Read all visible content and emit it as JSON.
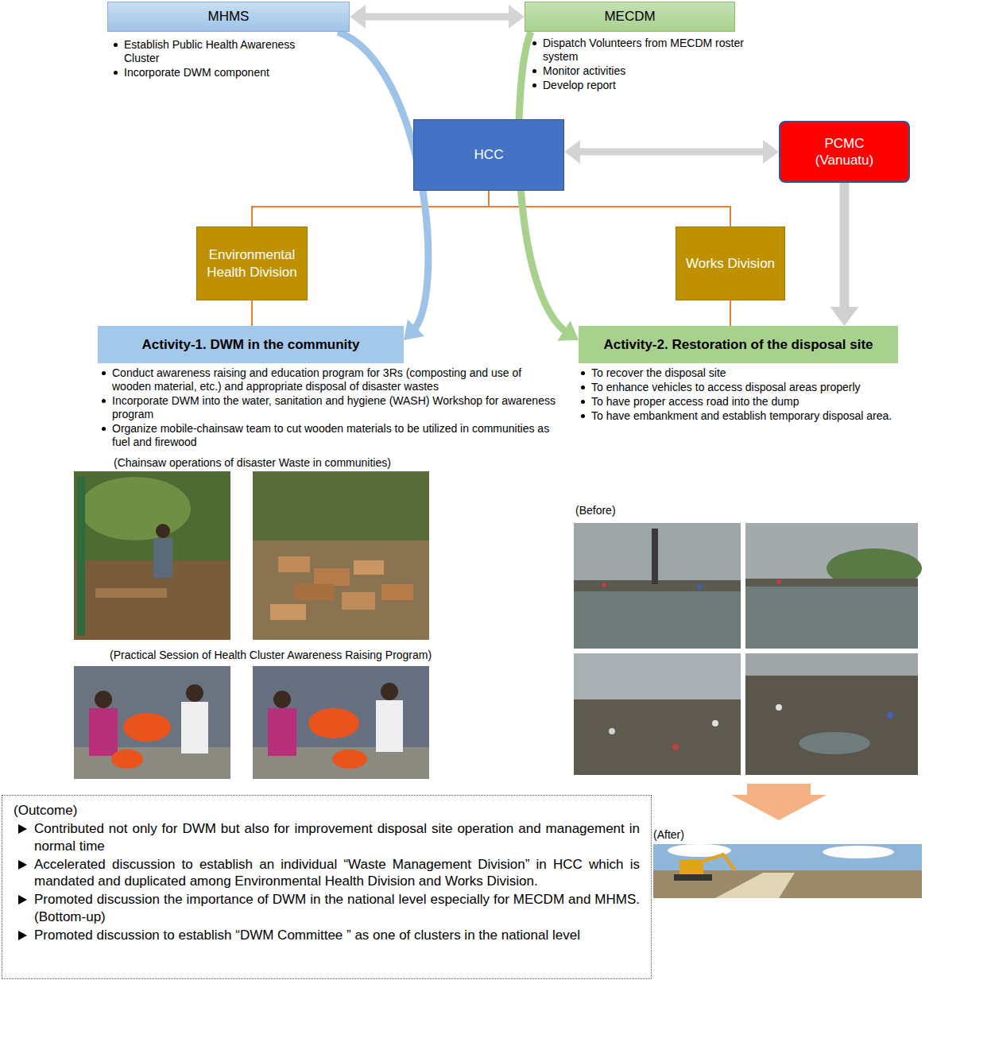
{
  "diagram": {
    "nodes": [
      {
        "text": [
          "MHMS"
        ]
      },
      {
        "text": [
          "MECDM"
        ]
      },
      {
        "text": [
          "HCC"
        ]
      },
      {
        "text": [
          "PCMC (Vanuatu)"
        ]
      },
      {
        "text": [
          "Environmental Health Division"
        ]
      },
      {
        "text": [
          "Works Division"
        ]
      },
      {
        "text": [
          "Activity-1. DWM in the community"
        ]
      },
      {
        "text": [
          "Activity-2. Restoration of the disposal site"
        ]
      },
      {
        "text": [
          "(Outcome)",
          "Contributed not only for DWM but also for improvement disposal site operation and management in normal time",
          "Accelerated discussion to establish an individual “Waste Management Division” in HCC which is mandated and duplicated among Environmental Health Division and Works Division.",
          "Promoted discussion the importance of DWM in the national level especially for MECDM and MHMS. (Bottom-up)",
          "Promoted discussion to establish “DWM Committee ” as one of clusters in the national level"
        ]
      }
    ],
    "edges": [
      {
        "from": 0,
        "to": 1,
        "arrow": "both"
      },
      {
        "from": 2,
        "to": 3,
        "arrow": "both"
      },
      {
        "from": 2,
        "to": 4,
        "arrow": "none"
      },
      {
        "from": 2,
        "to": 5,
        "arrow": "none"
      },
      {
        "from": 4,
        "to": 6,
        "arrow": "none"
      },
      {
        "from": 5,
        "to": 7,
        "arrow": "none"
      },
      {
        "from": 0,
        "to": 6,
        "arrow": "to"
      },
      {
        "from": 1,
        "to": 7,
        "arrow": "to"
      },
      {
        "from": 3,
        "to": 7,
        "arrow": "to"
      }
    ],
    "labels": [
      "Establish Public Health Awareness Cluster",
      "Incorporate DWM component",
      "Dispatch Volunteers from MECDM roster system",
      "Monitor activities",
      "Develop report",
      "Conduct awareness raising and education program for 3Rs (composting and use of wooden material, etc.) and appropriate disposal of disaster wastes",
      "Incorporate DWM into the water, sanitation and hygiene (WASH) Workshop for awareness program",
      "Organize mobile-chainsaw team to cut wooden materials to be utilized in communities as fuel and firewood",
      "(Chainsaw operations of disaster Waste in communities)",
      "(Practical Session of Health Cluster Awareness Raising Program)",
      "To recover the disposal site",
      "To enhance vehicles to access disposal areas properly",
      "To have proper access road into the dump",
      "To have embankment and establish temporary disposal area.",
      "(Before)",
      "(After)"
    ]
  }
}
